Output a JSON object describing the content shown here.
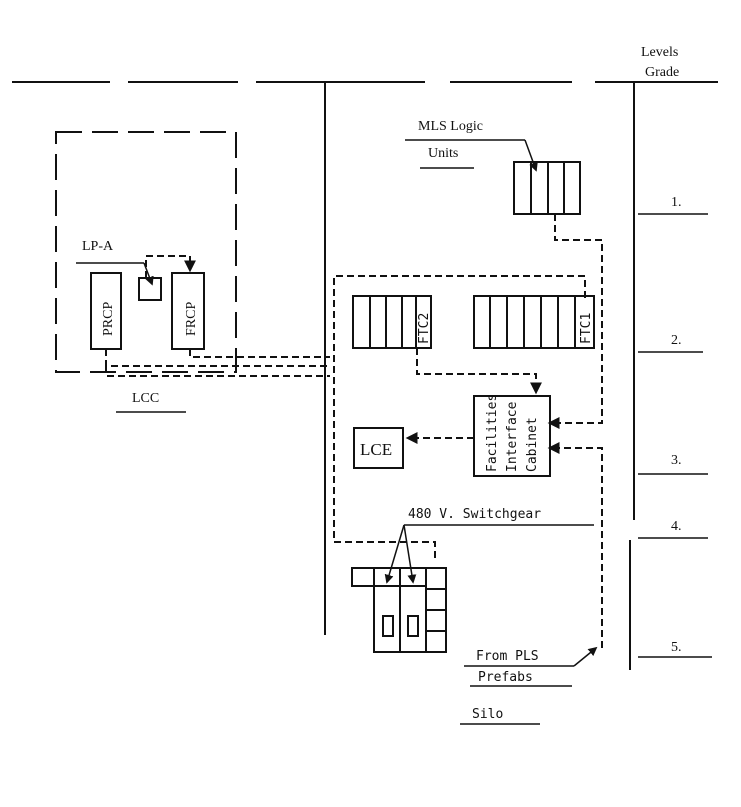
{
  "labels": {
    "levels": "Levels",
    "grade": "Grade",
    "level_1": "1.",
    "level_2": "2.",
    "level_3": "3.",
    "level_4": "4.",
    "level_5": "5.",
    "mls_logic": "MLS Logic",
    "units": "Units",
    "lp_a": "LP-A",
    "prcp": "PRCP",
    "frcp": "FRCP",
    "lcc": "LCC",
    "ftc2": "FTC2",
    "ftc1": "FTC1",
    "facilities_interface_cabinet": [
      "Facilities",
      "Interface",
      "Cabinet"
    ],
    "lce": "LCE",
    "switchgear": "480 V. Switchgear",
    "from_pls": "From PLS",
    "prefabs": "Prefabs",
    "silo": "Silo"
  }
}
